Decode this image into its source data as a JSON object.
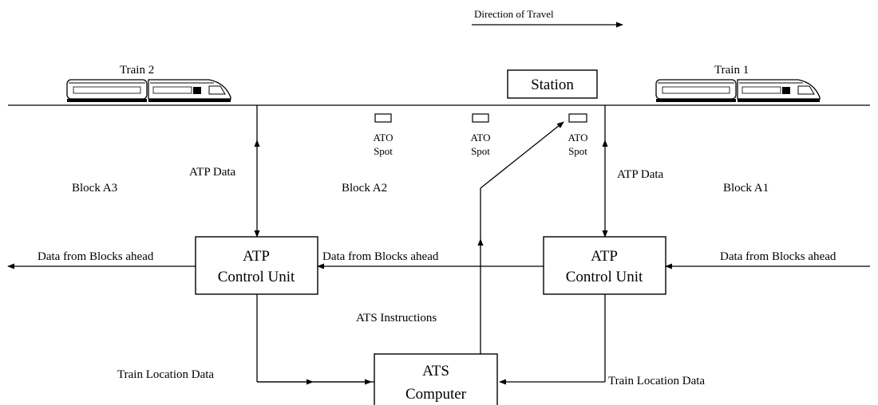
{
  "direction_label": "Direction of Travel",
  "trains": {
    "train2": "Train 2",
    "train1": "Train 1"
  },
  "station": "Station",
  "ato_spots": [
    {
      "line1": "ATO",
      "line2": "Spot"
    },
    {
      "line1": "ATO",
      "line2": "Spot"
    },
    {
      "line1": "ATO",
      "line2": "Spot"
    }
  ],
  "blocks": {
    "a3": "Block A3",
    "a2": "Block A2",
    "a1": "Block A1"
  },
  "atp_data": {
    "left": "ATP Data",
    "right": "ATP Data"
  },
  "atp_units": {
    "left": {
      "line1": "ATP",
      "line2": "Control Unit"
    },
    "right": {
      "line1": "ATP",
      "line2": "Control Unit"
    }
  },
  "data_from_blocks": {
    "far_left": "Data from Blocks ahead",
    "middle": "Data from Blocks ahead",
    "far_right": "Data from Blocks ahead"
  },
  "ats_instructions": "ATS Instructions",
  "train_location": {
    "left": "Train Location Data",
    "right": "Train Location Data"
  },
  "ats_computer": {
    "line1": "ATS",
    "line2": "Computer"
  }
}
